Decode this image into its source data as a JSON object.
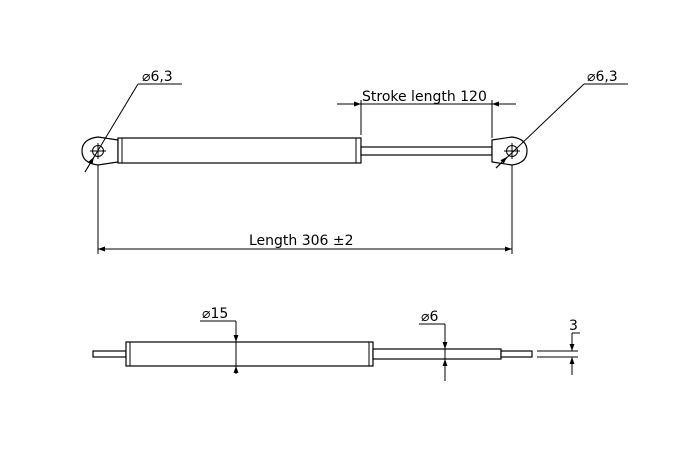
{
  "top_view": {
    "left_eye_diameter": "6,3",
    "right_eye_diameter": "6,3",
    "stroke_label": "Stroke length 120",
    "length_label": "Length 306 ±2"
  },
  "side_view": {
    "cylinder_diameter": "15",
    "rod_diameter": "6",
    "tip_thickness": "3"
  },
  "symbols": {
    "diameter": "⌀"
  }
}
